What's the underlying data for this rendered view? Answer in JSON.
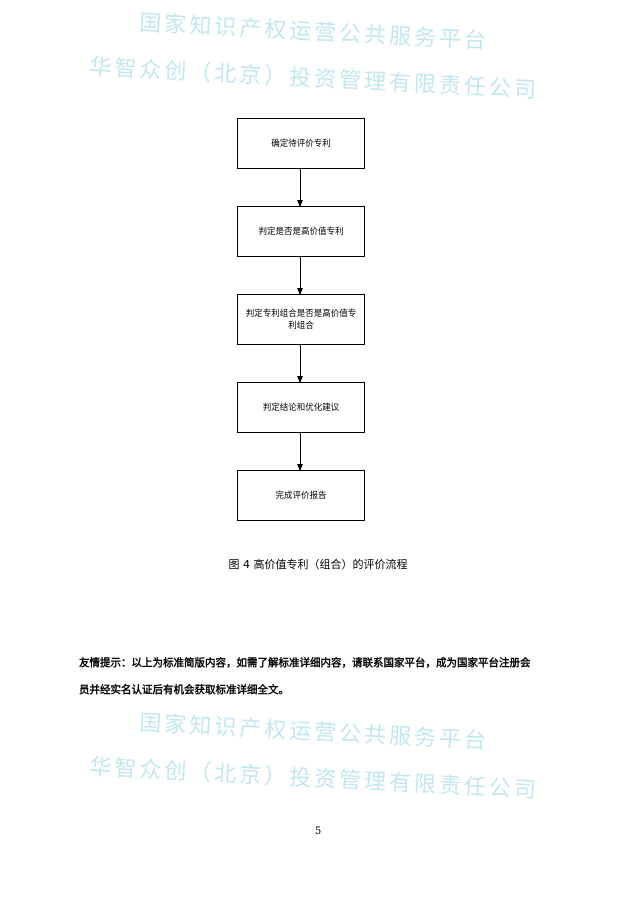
{
  "flowchart": {
    "steps": [
      "确定待评价专利",
      "判定是否是高价值专利",
      "判定专利组合是否是高价值专利组合",
      "判定结论和优化建议",
      "完成评价报告"
    ]
  },
  "caption": "图 4  高价值专利（组合）的评价流程",
  "note": {
    "line1": "友情提示：以上为标准简版内容，如需了解标准详细内容，请联系国家平台，成为国家平台注册会",
    "line2": "员并经实名认证后有机会获取标准详细全文。"
  },
  "watermark": {
    "line1": "国家知识产权运营公共服务平台",
    "line2": "华智众创（北京）投资管理有限责任公司"
  },
  "page_number": "5"
}
